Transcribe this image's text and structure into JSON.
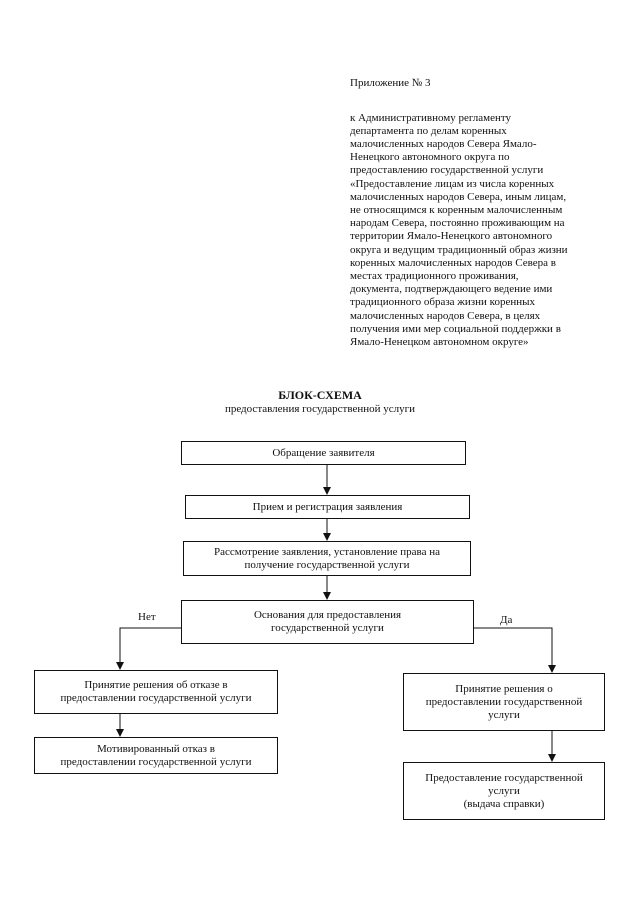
{
  "appendix": {
    "title": "Приложение № 3",
    "text": "к Административному регламенту\nдепартамента по делам коренных\nмалочисленных народов Севера Ямало-\nНенецкого автономного округа по\nпредоставлению государственной услуги\n«Предоставление лицам из числа коренных\nмалочисленных народов Севера, иным лицам,\nне относящимся к коренным малочисленным\nнародам Севера, постоянно проживающим на\nтерритории Ямало-Ненецкого автономного\nокруга и ведущим традиционный образ жизни\nкоренных малочисленных народов Севера в\nместах традиционного проживания,\nдокумента, подтверждающего ведение ими\nтрадиционного образа жизни коренных\nмалочисленных народов Севера, в целях\nполучения ими мер социальной поддержки в\nЯмало-Ненецком автономном округе»"
  },
  "scheme": {
    "title": "БЛОК-СХЕМА",
    "subtitle": "предоставления государственной услуги",
    "boxes": {
      "b1": "Обращение заявителя",
      "b2": "Прием и регистрация заявления",
      "b3": "Рассмотрение заявления, установление права на\nполучение государственной услуги",
      "b4": "Основания для предоставления\nгосударственной услуги",
      "b5": "Принятие решения об отказе в\nпредоставлении государственной услуги",
      "b6": "Мотивированный  отказ в\nпредоставлении государственной услуги",
      "b7": "Принятие решения о\nпредоставлении государственной\nуслуги",
      "b8": "Предоставление государственной\nуслуги\n(выдача справки)"
    },
    "labels": {
      "no": "Нет",
      "yes": "Да"
    }
  }
}
